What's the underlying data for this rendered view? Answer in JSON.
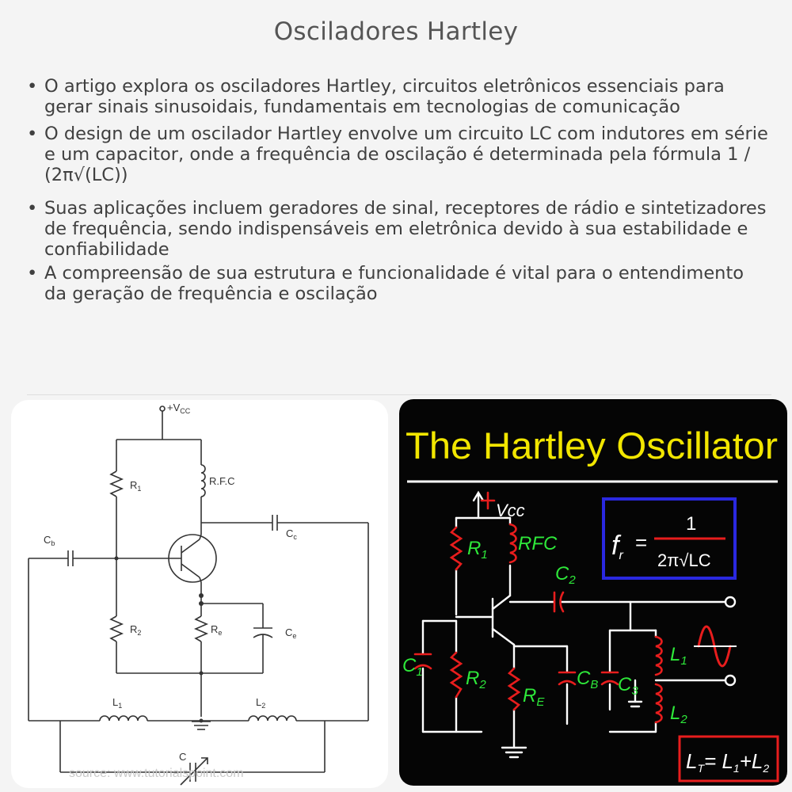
{
  "title": "Osciladores Hartley",
  "bullets": [
    "O artigo explora os osciladores Hartley, circuitos eletrônicos essenciais para gerar sinais sinusoidais, fundamentais em tecnologias de comunicação",
    "O design de um oscilador Hartley envolve um circuito LC com indutores em série e um capacitor, onde a frequência de oscilação é determinada pela fórmula 1 / (2π√(LC))",
    "Suas aplicações incluem geradores de sinal, receptores de rádio e sintetizadores de frequência, sendo indispensáveis em eletrônica devido à sua estabilidade e confiabilidade",
    "A compreensão de sua estrutura e funcionalidade é vital para o entendimento da geração de frequência e oscilação"
  ],
  "schematic": {
    "vcc": "+V",
    "vcc_sub": "CC",
    "r1": "R",
    "r1_sub": "1",
    "rfc": "R.F.C",
    "cc": "C",
    "cc_sub": "c",
    "cb": "C",
    "cb_sub": "b",
    "r2": "R",
    "r2_sub": "2",
    "re": "R",
    "re_sub": "e",
    "ce": "C",
    "ce_sub": "e",
    "l1": "L",
    "l1_sub": "1",
    "l2": "L",
    "l2_sub": "2",
    "c": "C",
    "source": "source: www.tutorialspoint.com"
  },
  "board": {
    "heading": "The Hartley Oscillator",
    "vcc": "Vcc",
    "r1": "R",
    "r1_sub": "1",
    "rfc": "RFC",
    "c2": "C",
    "c2_sub": "2",
    "c1": "C",
    "c1_sub": "1",
    "r2": "R",
    "r2_sub": "2",
    "re": "R",
    "re_sub": "E",
    "cb": "C",
    "cb_sub": "B",
    "c3": "C",
    "c3_sub": "3",
    "l1": "L",
    "l1_sub": "1",
    "l2": "L",
    "l2_sub": "2",
    "formula_lhs": "f",
    "formula_lhs_sub": "r",
    "formula_eq": "=",
    "formula_num": "1",
    "formula_den": "2π√LC",
    "lt_formula": "L",
    "lt_sub": "T",
    "lt_rest": "= L",
    "lt_rest_sub1": "1",
    "lt_plus": "+L",
    "lt_rest_sub2": "2",
    "colors": {
      "text": "#f2e600",
      "wire": "#ffffff",
      "component": "#e81d1d",
      "label": "#2ee83a",
      "formula_box": "#2a28e0"
    }
  }
}
